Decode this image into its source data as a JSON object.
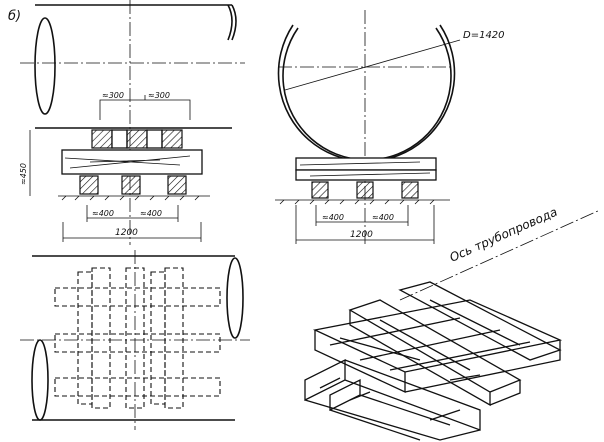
{
  "figure_label": "б)",
  "front_view": {
    "dim_spacing_top": [
      "≈300",
      "≈300"
    ],
    "dim_height": "≈450",
    "dim_spacing_bottom": [
      "≈400",
      "≈400"
    ],
    "dim_total": "1200"
  },
  "side_view": {
    "diameter_label": "D=1420",
    "dim_spacing_bottom": [
      "≈400",
      "≈400"
    ],
    "dim_total": "1200"
  },
  "axis_label": "Ось трубопровода"
}
